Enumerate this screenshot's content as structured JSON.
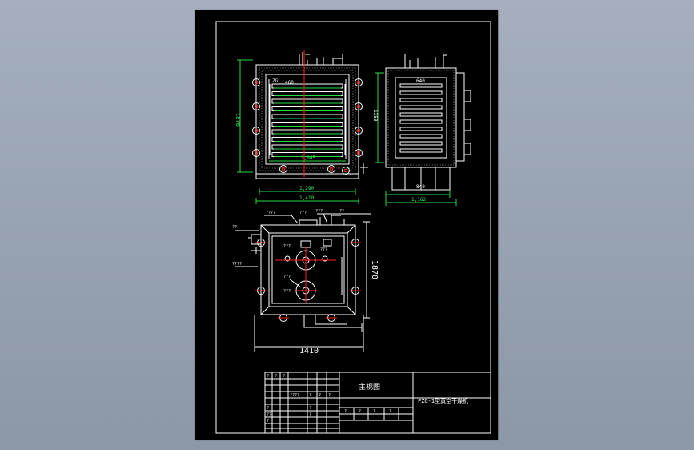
{
  "drawing": {
    "colors": {
      "background": "#8c97a7",
      "sheet": "#000000",
      "line": "#ffffff",
      "dimension": "#33ee55",
      "center": "#ff2020"
    },
    "front_view": {
      "dim_height": "1870",
      "dim_top_left": "ZG",
      "dim_top": "460",
      "dim_inner": "1,045",
      "dim_mid": "1,290",
      "dim_overall": "1,410"
    },
    "side_view": {
      "dim_height": "1250",
      "dim_top": "640",
      "dim_base": "840",
      "dim_overall": "1,162"
    },
    "plan_view": {
      "dim_width": "1410",
      "dim_height": "1870",
      "labels": [
        "????",
        "???",
        "???",
        "??",
        "??",
        "????",
        "???",
        "???",
        "???",
        "???"
      ]
    },
    "title_block": {
      "drawing_name": "主视图",
      "product_name": "FZG-1型真空干燥机",
      "cell_marks": [
        "?",
        "?",
        "?",
        "????",
        "?",
        "?",
        "?",
        "?",
        "??",
        "?",
        "?",
        "?",
        "?",
        "?",
        "?",
        "?"
      ]
    }
  }
}
